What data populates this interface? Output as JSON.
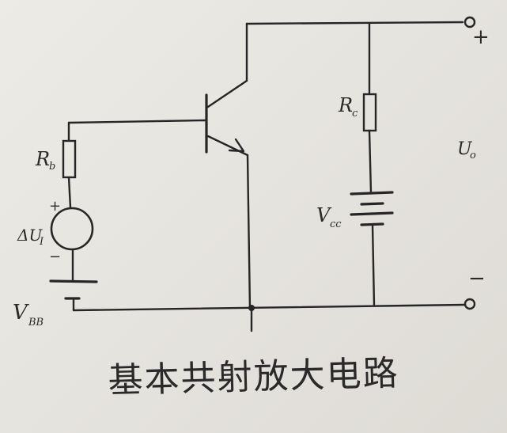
{
  "labels": {
    "Rb_main": "R",
    "Rb_sub": "b",
    "Rc_main": "R",
    "Rc_sub": "c",
    "Vcc_main": "V",
    "Vcc_sub": "cc",
    "VBB_main": "V",
    "VBB_sub": "BB",
    "ui_main": "ΔU",
    "ui_sub": "I",
    "uo_main": "U",
    "uo_sub": "o",
    "plus_top": "+",
    "minus_bottom": "−",
    "src_plus": "+",
    "src_minus": "−"
  },
  "caption": "基本共射放大电路"
}
